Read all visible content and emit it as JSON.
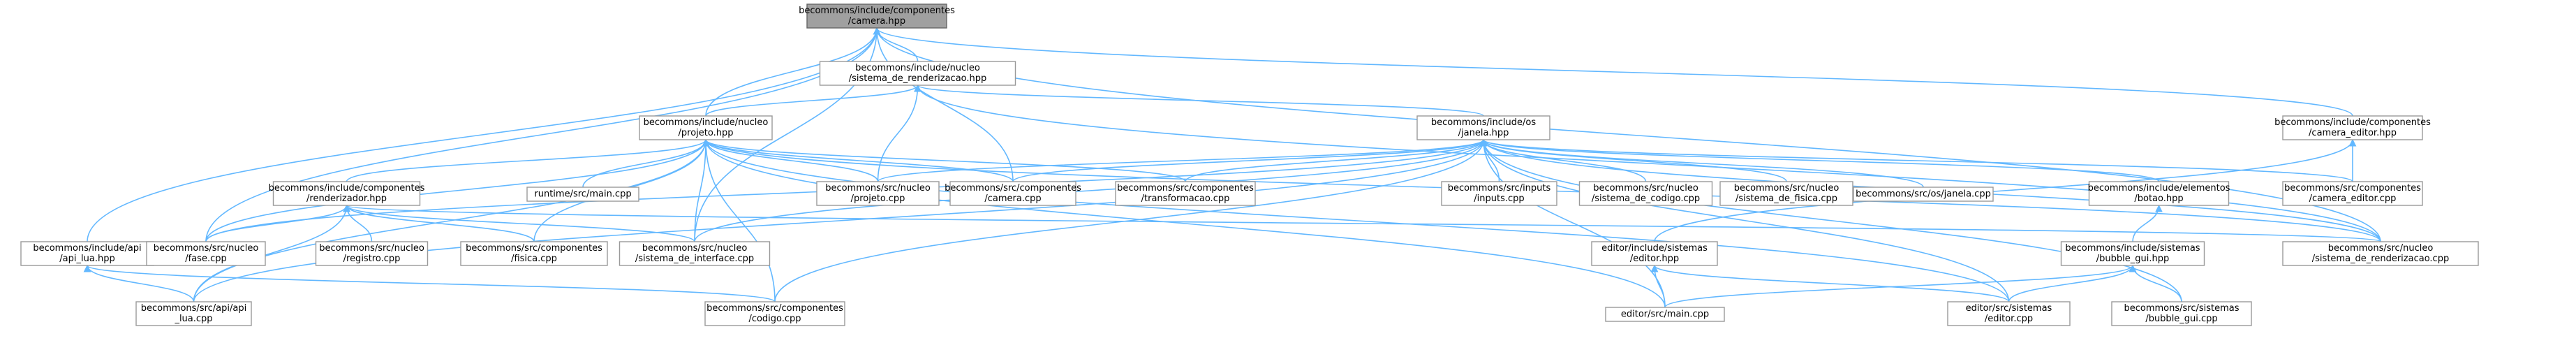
{
  "nodes": {
    "camera_hpp": [
      "becommons/include/componentes",
      "/camera.hpp"
    ],
    "sistema_render_hpp": [
      "becommons/include/nucleo",
      "/sistema_de_renderizacao.hpp"
    ],
    "projeto_hpp": [
      "becommons/include/nucleo",
      "/projeto.hpp"
    ],
    "janela_hpp": [
      "becommons/include/os",
      "/janela.hpp"
    ],
    "camera_editor_hpp": [
      "becommons/include/componentes",
      "/camera_editor.hpp"
    ],
    "renderizador_hpp": [
      "becommons/include/componentes",
      "/renderizador.hpp"
    ],
    "main_runtime": [
      "runtime/src/main.cpp"
    ],
    "projeto_cpp": [
      "becommons/src/nucleo",
      "/projeto.cpp"
    ],
    "camera_cpp": [
      "becommons/src/componentes",
      "/camera.cpp"
    ],
    "transformacao_cpp": [
      "becommons/src/componentes",
      "/transformacao.cpp"
    ],
    "inputs_cpp": [
      "becommons/src/inputs",
      "/inputs.cpp"
    ],
    "sistema_codigo_cpp": [
      "becommons/src/nucleo",
      "/sistema_de_codigo.cpp"
    ],
    "sistema_fisica_cpp": [
      "becommons/src/nucleo",
      "/sistema_de_fisica.cpp"
    ],
    "janela_cpp": [
      "becommons/src/os/janela.cpp"
    ],
    "botao_hpp": [
      "becommons/include/elementos",
      "/botao.hpp"
    ],
    "camera_editor_cpp": [
      "becommons/src/componentes",
      "/camera_editor.cpp"
    ],
    "api_lua_hpp": [
      "becommons/include/api",
      "/api_lua.hpp"
    ],
    "fase_cpp": [
      "becommons/src/nucleo",
      "/fase.cpp"
    ],
    "registro_cpp": [
      "becommons/src/nucleo",
      "/registro.cpp"
    ],
    "fisica_cpp": [
      "becommons/src/componentes",
      "/fisica.cpp"
    ],
    "sistema_interface_cpp": [
      "becommons/src/nucleo",
      "/sistema_de_interface.cpp"
    ],
    "editor_hpp": [
      "editor/include/sistemas",
      "/editor.hpp"
    ],
    "bubble_gui_hpp": [
      "becommons/include/sistemas",
      "/bubble_gui.hpp"
    ],
    "sistema_render_cpp": [
      "becommons/src/nucleo",
      "/sistema_de_renderizacao.cpp"
    ],
    "api_lua_cpp": [
      "becommons/src/api/api",
      "_lua.cpp"
    ],
    "codigo_cpp": [
      "becommons/src/componentes",
      "/codigo.cpp"
    ],
    "editor_main_cpp": [
      "editor/src/main.cpp"
    ],
    "editor_cpp": [
      "editor/src/sistemas",
      "/editor.cpp"
    ],
    "bubble_gui_cpp": [
      "becommons/src/sistemas",
      "/bubble_gui.cpp"
    ]
  },
  "edges": [
    [
      "sistema_render_hpp",
      "camera_hpp"
    ],
    [
      "projeto_hpp",
      "camera_hpp"
    ],
    [
      "camera_editor_hpp",
      "camera_hpp"
    ],
    [
      "api_lua_hpp",
      "camera_hpp"
    ],
    [
      "fase_cpp",
      "camera_hpp"
    ],
    [
      "camera_cpp",
      "camera_hpp"
    ],
    [
      "sistema_interface_cpp",
      "camera_hpp"
    ],
    [
      "sistema_render_cpp",
      "camera_hpp"
    ],
    [
      "projeto_hpp",
      "sistema_render_hpp"
    ],
    [
      "janela_hpp",
      "sistema_render_hpp"
    ],
    [
      "projeto_cpp",
      "sistema_render_hpp"
    ],
    [
      "sistema_render_cpp",
      "sistema_render_hpp"
    ],
    [
      "renderizador_hpp",
      "projeto_hpp"
    ],
    [
      "main_runtime",
      "projeto_hpp"
    ],
    [
      "projeto_cpp",
      "projeto_hpp"
    ],
    [
      "camera_cpp",
      "projeto_hpp"
    ],
    [
      "transformacao_cpp",
      "projeto_hpp"
    ],
    [
      "fase_cpp",
      "projeto_hpp"
    ],
    [
      "fisica_cpp",
      "projeto_hpp"
    ],
    [
      "sistema_interface_cpp",
      "projeto_hpp"
    ],
    [
      "api_lua_cpp",
      "projeto_hpp"
    ],
    [
      "codigo_cpp",
      "projeto_hpp"
    ],
    [
      "editor_main_cpp",
      "projeto_hpp"
    ],
    [
      "editor_cpp",
      "projeto_hpp"
    ],
    [
      "sistema_render_cpp",
      "projeto_hpp"
    ],
    [
      "projeto_cpp",
      "janela_hpp"
    ],
    [
      "camera_cpp",
      "janela_hpp"
    ],
    [
      "transformacao_cpp",
      "janela_hpp"
    ],
    [
      "inputs_cpp",
      "janela_hpp"
    ],
    [
      "sistema_codigo_cpp",
      "janela_hpp"
    ],
    [
      "sistema_fisica_cpp",
      "janela_hpp"
    ],
    [
      "janela_cpp",
      "janela_hpp"
    ],
    [
      "botao_hpp",
      "janela_hpp"
    ],
    [
      "camera_editor_cpp",
      "janela_hpp"
    ],
    [
      "fase_cpp",
      "janela_hpp"
    ],
    [
      "sistema_interface_cpp",
      "janela_hpp"
    ],
    [
      "api_lua_cpp",
      "janela_hpp"
    ],
    [
      "codigo_cpp",
      "janela_hpp"
    ],
    [
      "editor_main_cpp",
      "janela_hpp"
    ],
    [
      "editor_cpp",
      "janela_hpp"
    ],
    [
      "bubble_gui_cpp",
      "janela_hpp"
    ],
    [
      "sistema_render_cpp",
      "janela_hpp"
    ],
    [
      "camera_editor_cpp",
      "camera_editor_hpp"
    ],
    [
      "editor_hpp",
      "camera_editor_hpp"
    ],
    [
      "fase_cpp",
      "renderizador_hpp"
    ],
    [
      "registro_cpp",
      "renderizador_hpp"
    ],
    [
      "fisica_cpp",
      "renderizador_hpp"
    ],
    [
      "sistema_interface_cpp",
      "renderizador_hpp"
    ],
    [
      "api_lua_cpp",
      "renderizador_hpp"
    ],
    [
      "sistema_render_cpp",
      "renderizador_hpp"
    ],
    [
      "api_lua_cpp",
      "api_lua_hpp"
    ],
    [
      "codigo_cpp",
      "api_lua_hpp"
    ],
    [
      "bubble_gui_hpp",
      "botao_hpp"
    ],
    [
      "editor_main_cpp",
      "editor_hpp"
    ],
    [
      "editor_cpp",
      "editor_hpp"
    ],
    [
      "editor_main_cpp",
      "bubble_gui_hpp"
    ],
    [
      "editor_cpp",
      "bubble_gui_hpp"
    ],
    [
      "bubble_gui_cpp",
      "bubble_gui_hpp"
    ]
  ]
}
